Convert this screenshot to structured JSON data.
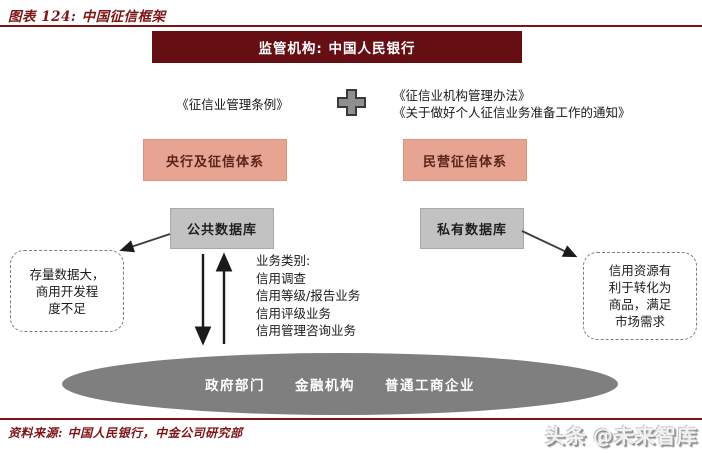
{
  "header": {
    "figure_label": "图表 124: 中国征信框架"
  },
  "regulator": {
    "label": "监管机构: 中国人民银行"
  },
  "regulations": {
    "left": "《征信业管理条例》",
    "right_line1": "《征信业机构管理办法》",
    "right_line2": "《关于做好个人征信业务准备工作的通知》"
  },
  "systems": {
    "central_bank": "央行及征信体系",
    "private": "民营征信体系"
  },
  "databases": {
    "public": "公共数据库",
    "private": "私有数据库"
  },
  "notes": {
    "left": {
      "line1": "存量数据大，",
      "line2": "商用开发程",
      "line3": "度不足"
    },
    "right": {
      "line1": "信用资源有",
      "line2": "利于转化为",
      "line3": "商品，满足",
      "line4": "市场需求"
    }
  },
  "business": {
    "line1": "业务类别:",
    "line2": "信用调查",
    "line3": "信用等级/报告业务",
    "line4": "信用评级业务",
    "line5": "信用管理咨询业务"
  },
  "entities": {
    "item1": "政府部门",
    "item2": "金融机构",
    "item3": "普通工商企业"
  },
  "footer": {
    "source": "资料来源: 中国人民银行，中金公司研究部"
  },
  "watermark": {
    "brand": "头条",
    "handle": "@未来智库"
  },
  "icons": {
    "plus_icon": "plus",
    "arrows": [
      "down-arrow",
      "up-arrow",
      "diagonal-arrow-left",
      "diagonal-arrow-right"
    ]
  },
  "colors": {
    "dark_red": "#7E1416",
    "regulator_maroon": "#650E13",
    "system_salmon": "#E8A492",
    "database_gray": "#C2C2C2",
    "ellipse_gray": "#7F7F7F"
  }
}
